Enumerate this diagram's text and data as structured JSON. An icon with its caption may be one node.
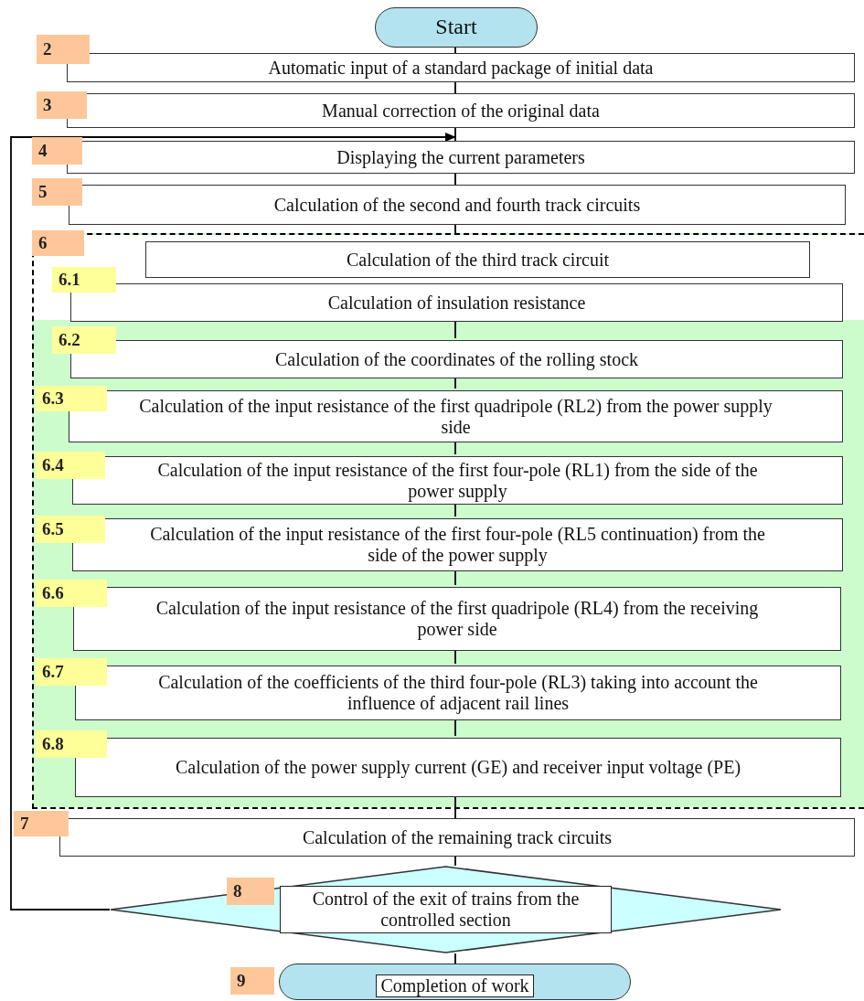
{
  "diagram": {
    "nodes": [
      {
        "text": [
          "Start"
        ]
      },
      {
        "text": [
          "Automatic input of a standard package of initial data"
        ],
        "beside": [
          "2"
        ]
      },
      {
        "text": [
          "Manual correction of the original data"
        ],
        "beside": [
          "3"
        ]
      },
      {
        "text": [
          "Displaying the current parameters"
        ],
        "beside": [
          "4"
        ]
      },
      {
        "text": [
          "Calculation of the second and fourth track circuits"
        ],
        "beside": [
          "5"
        ]
      },
      {
        "text": [
          "Calculation of the third track circuit"
        ],
        "beside": [
          "6"
        ]
      },
      {
        "text": [
          "Calculation of insulation resistance"
        ],
        "beside": [
          "6.1"
        ],
        "in": 5
      },
      {
        "text": [
          "Calculation of the coordinates of the rolling stock"
        ],
        "beside": [
          "6.2"
        ],
        "in": 5
      },
      {
        "text": [
          "Calculation of the input resistance of the first quadripole (RL2) from the power supply side"
        ],
        "beside": [
          "6.3"
        ],
        "in": 5
      },
      {
        "text": [
          "Calculation of the input resistance of the first four-pole (RL1) from the side of the power supply"
        ],
        "beside": [
          "6.4"
        ],
        "in": 5
      },
      {
        "text": [
          "Calculation of the input resistance of the first four-pole (RL5 continuation) from the side of the power supply"
        ],
        "beside": [
          "6.5"
        ],
        "in": 5
      },
      {
        "text": [
          "Calculation of the input resistance of the first quadripole (RL4) from the receiving power side"
        ],
        "beside": [
          "6.6"
        ],
        "in": 5
      },
      {
        "text": [
          "Calculation of the coefficients of the third four-pole (RL3) taking into account the influence of adjacent rail lines"
        ],
        "beside": [
          "6.7"
        ],
        "in": 5
      },
      {
        "text": [
          "Calculation of the power supply current (GE) and receiver input voltage (PE)"
        ],
        "beside": [
          "6.8"
        ],
        "in": 5
      },
      {
        "text": [
          "Calculation of the remaining track circuits"
        ],
        "beside": [
          "7"
        ]
      },
      {
        "text": [
          "Control of the exit of trains from the controlled section"
        ],
        "beside": [
          "8"
        ]
      },
      {
        "text": [
          "Completion of work"
        ],
        "beside": [
          "9"
        ]
      }
    ],
    "edges": [
      {
        "from": 0,
        "to": 1,
        "arrow": "none"
      },
      {
        "from": 1,
        "to": 2,
        "arrow": "none"
      },
      {
        "from": 2,
        "to": 3,
        "arrow": "none"
      },
      {
        "from": 3,
        "to": 4,
        "arrow": "none"
      },
      {
        "from": 4,
        "to": 5,
        "arrow": "none"
      },
      {
        "from": 6,
        "to": 7,
        "arrow": "none"
      },
      {
        "from": 7,
        "to": 8,
        "arrow": "none"
      },
      {
        "from": 8,
        "to": 9,
        "arrow": "none"
      },
      {
        "from": 9,
        "to": 10,
        "arrow": "none"
      },
      {
        "from": 10,
        "to": 11,
        "arrow": "none"
      },
      {
        "from": 11,
        "to": 12,
        "arrow": "none"
      },
      {
        "from": 12,
        "to": 13,
        "arrow": "none"
      },
      {
        "from": 13,
        "to": 14,
        "arrow": "none"
      },
      {
        "from": 14,
        "to": 15,
        "arrow": "none"
      },
      {
        "from": 15,
        "to": 16,
        "arrow": "none"
      },
      {
        "from": 15,
        "to": 3,
        "arrow": "to"
      }
    ]
  }
}
